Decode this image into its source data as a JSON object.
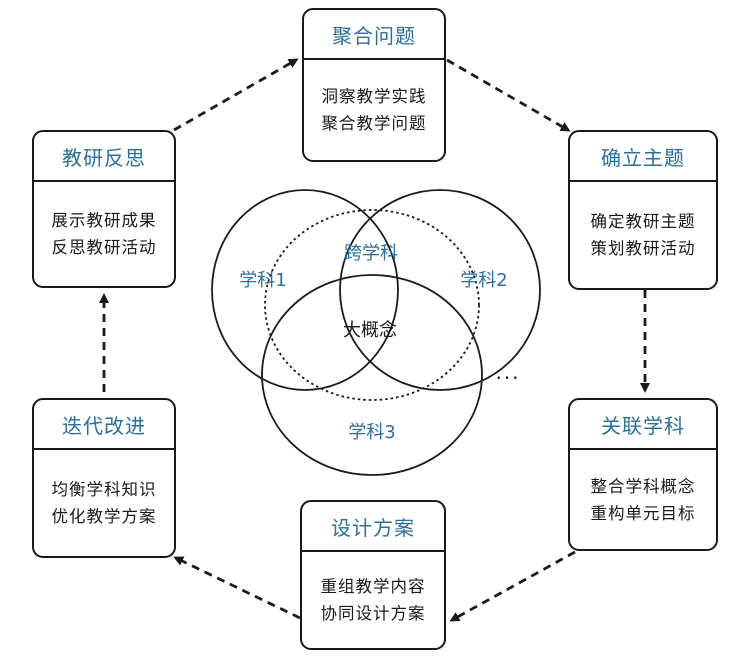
{
  "boxes": {
    "aggregate": {
      "title": "聚合问题",
      "lines": [
        "洞察教学实践",
        "聚合教学问题"
      ]
    },
    "topic": {
      "title": "确立主题",
      "lines": [
        "确定教研主题",
        "策划教研活动"
      ]
    },
    "relate": {
      "title": "关联学科",
      "lines": [
        "整合学科概念",
        "重构单元目标"
      ]
    },
    "design": {
      "title": "设计方案",
      "lines": [
        "重组教学内容",
        "协同设计方案"
      ]
    },
    "iterate": {
      "title": "迭代改进",
      "lines": [
        "均衡学科知识",
        "优化教学方案"
      ]
    },
    "reflect": {
      "title": "教研反思",
      "lines": [
        "展示教研成果",
        "反思教研活动"
      ]
    }
  },
  "venn": {
    "subject1": "学科1",
    "subject2": "学科2",
    "subject3": "学科3",
    "cross": "跨学科",
    "core": "大概念",
    "more": "···"
  },
  "colors": {
    "title_text": "#2b6f9e",
    "line": "#1a1a1a"
  }
}
